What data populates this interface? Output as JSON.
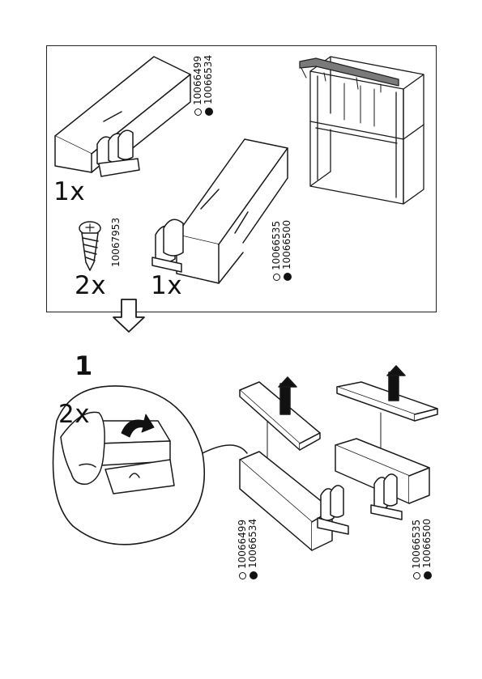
{
  "parts": {
    "cover_long_qty": "1x",
    "screw_qty": "2x",
    "cover_short_qty": "1x",
    "screw_code": "10067953",
    "set_a": {
      "code_white": "10066499",
      "code_black": "10066534"
    },
    "set_b": {
      "code_white": "10066535",
      "code_black": "10066500"
    }
  },
  "step": {
    "number": "1",
    "detail_qty": "2x",
    "set_a": {
      "code_white": "10066499",
      "code_black": "10066534"
    },
    "set_b": {
      "code_white": "10066535",
      "code_black": "10066500"
    }
  },
  "icons": [
    "cover-part-icon",
    "screw-icon",
    "shelf-unit-icon",
    "down-arrow-icon",
    "up-arrow-icon",
    "curved-arrow-icon",
    "finger-icon"
  ]
}
